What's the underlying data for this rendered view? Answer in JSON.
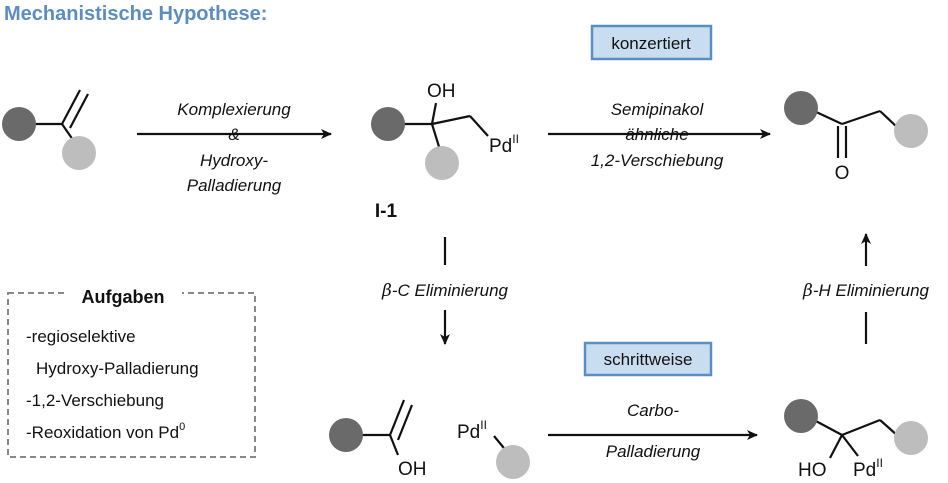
{
  "title": "Mechanistische Hypothese:",
  "colors": {
    "title": "#5b8ec0",
    "box_fill": "#c9ddf0",
    "box_stroke": "#5b8ec0",
    "dark_ball": "#6a6a6a",
    "light_ball": "#bdbdbd",
    "dashed_border": "#888888"
  },
  "pathways": {
    "concerted": "konzertiert",
    "stepwise": "schrittweise"
  },
  "steps": {
    "complexation": [
      "Komplexierung",
      "&",
      "Hydroxy-",
      "Palladierung"
    ],
    "semipinacol": [
      "Semipinakol",
      "ähnliche",
      "1,2-Verschiebung"
    ],
    "beta_c": {
      "prefix": "β",
      "text": "-C Eliminierung"
    },
    "beta_h": {
      "prefix": "β",
      "text": "-H Eliminierung"
    },
    "carbo": [
      "Carbo-",
      "Palladierung"
    ]
  },
  "labels": {
    "intermediate": "I-1",
    "oh": "OH",
    "ho": "HO",
    "o": "O",
    "pd": "Pd",
    "pd_ox": "II"
  },
  "tasks": {
    "heading": "Aufgaben",
    "items": [
      "-regioselektive",
      "Hydroxy-Palladierung",
      "-1,2-Verschiebung",
      "-Reoxidation von Pd"
    ],
    "superscript": "0"
  }
}
